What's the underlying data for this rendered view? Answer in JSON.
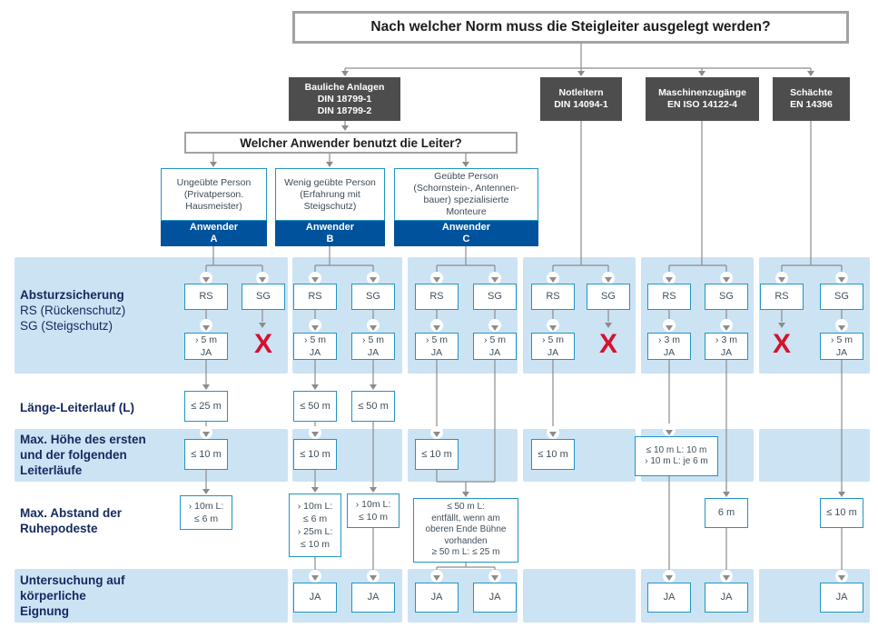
{
  "title": "Nach welcher Norm muss die Steigleiter ausgelegt werden?",
  "question": "Welcher Anwender benutzt die Leiter?",
  "norms": {
    "bauliche": [
      "Bauliche Anlagen",
      "DIN 18799-1",
      "DIN 18799-2"
    ],
    "notleitern": [
      "Notleitern",
      "DIN 14094-1"
    ],
    "maschinen": [
      "Maschinenzugänge",
      "EN ISO 14122-4"
    ],
    "schaechte": [
      "Schächte",
      "EN 14396"
    ]
  },
  "anwender": {
    "a": {
      "desc": [
        "Ungeübte Person",
        "(Privatperson.",
        "Hausmeister)"
      ],
      "label": [
        "Anwender",
        "A"
      ]
    },
    "b": {
      "desc": [
        "Wenig geübte Person",
        "(Erfahrung mit",
        "Steigschutz)"
      ],
      "label": [
        "Anwender",
        "B"
      ]
    },
    "c": {
      "desc": [
        "Geübte Person",
        "(Schornstein-, Antennen-",
        "bauer) spezialisierte",
        "Monteure"
      ],
      "label": [
        "Anwender",
        "C"
      ]
    }
  },
  "row_labels": {
    "absturz": [
      "Absturzsicherung",
      "RS (Rückenschutz)",
      "SG (Steigschutz)"
    ],
    "laenge": "Länge-Leiterlauf (L)",
    "hoehe": [
      "Max. Höhe des ersten",
      "und der  folgenden",
      "Leiterläufe"
    ],
    "abstand": [
      "Max. Abstand der",
      "Ruhepodeste"
    ],
    "untersuchung": [
      "Untersuchung auf",
      "körperliche",
      "Eignung"
    ]
  },
  "nodes": {
    "rs": "RS",
    "sg": "SG",
    "x": "X",
    "ja": "JA",
    "gt5": [
      "› 5 m",
      "JA"
    ],
    "gt3": [
      "› 3 m",
      "JA"
    ],
    "le25": "≤ 25 m",
    "le50": "≤ 50 m",
    "le10": "≤ 10 m",
    "six_m": "6 m",
    "hoehe_m": [
      "≤ 10 m L: 10 m",
      "› 10 m L: je 6 m"
    ],
    "abstand_a": [
      "› 10m L:",
      "≤ 6 m"
    ],
    "abstand_b_rs": [
      "› 10m L:",
      "≤ 6 m",
      "› 25m L:",
      "≤ 10 m"
    ],
    "abstand_b_sg": [
      "› 10m L:",
      "≤ 10 m"
    ],
    "abstand_c": [
      "≤ 50 m L:",
      "entfällt, wenn am",
      "oberen Ende Bühne",
      "vorhanden",
      "≥ 50 m L: ≤ 25 m"
    ]
  },
  "colors": {
    "band_blue": "#cce3f4",
    "box_border": "#2095c3",
    "dark_gray": "#4d4d4d",
    "header_blue": "#00529c",
    "x_red": "#d6112e",
    "line_gray": "#8c8c8c",
    "label_navy": "#14295e"
  }
}
